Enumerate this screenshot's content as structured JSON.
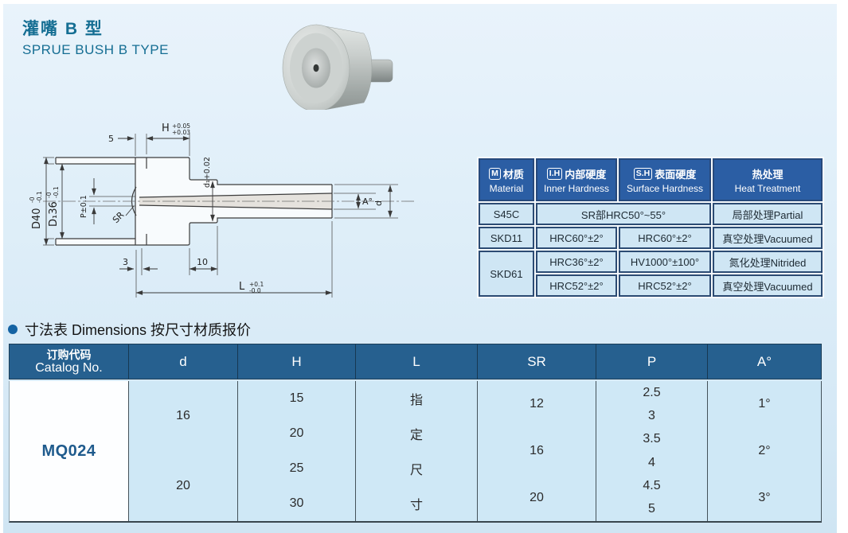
{
  "page": {
    "title_zh": "灌嘴 B 型",
    "title_en": "SPRUE BUSH B TYPE",
    "section_heading": "寸法表 Dimensions 按尺寸材质报价",
    "accent_color": "#156e93",
    "material_header_color": "#2b5ea4",
    "dim_header_color": "#26608f",
    "background_color": "#ddeef9"
  },
  "drawing": {
    "dim_5": "5",
    "dim_h": "H",
    "h_tol_top": "+0.05",
    "h_tol_bot": "+0.03",
    "dim_d40": "D40",
    "d40_tol_top": "-0",
    "d40_tol_bot": "-0.1",
    "dim_d136": "D₁36",
    "d136_tol_top": "-0",
    "d136_tol_bot": "-0.1",
    "dim_p": "P±0.1",
    "dim_sr": "SR",
    "dim_d1": "d₁+0.02",
    "dim_3": "3",
    "dim_10": "10",
    "dim_l": "L",
    "l_tol_top": "+0.1",
    "l_tol_bot": "-0.0",
    "dim_a": "A°",
    "dim_d": "d"
  },
  "material_table": {
    "header": {
      "col1_badge": "M",
      "col1_zh": "材质",
      "col1_en": "Material",
      "col2_badge": "I.H",
      "col2_zh": "内部硬度",
      "col2_en": "Inner Hardness",
      "col3_badge": "S.H",
      "col3_zh": "表面硬度",
      "col3_en": "Surface Hardness",
      "col4_zh": "热处理",
      "col4_en": "Heat Treatment"
    },
    "rows": [
      {
        "material": "S45C",
        "span": "SR部HRC50°~55°",
        "heat": "局部处理Partial"
      },
      {
        "material": "SKD11",
        "inner": "HRC60°±2°",
        "surface": "HRC60°±2°",
        "heat": "真空处理Vacuumed"
      },
      {
        "material": "SKD61",
        "inner": "HRC36°±2°",
        "surface": "HV1000°±100°",
        "heat": "氮化处理Nitrided"
      },
      {
        "inner": "HRC52°±2°",
        "surface": "HRC52°±2°",
        "heat": "真空处理Vacuumed"
      }
    ]
  },
  "dim_table": {
    "header": {
      "catalog_zh": "订购代码",
      "catalog_en": "Catalog No.",
      "d": "d",
      "h": "H",
      "l": "L",
      "sr": "SR",
      "p": "P",
      "a": "A°"
    },
    "catalog_no": "MQ024",
    "d_values": [
      "16",
      "20"
    ],
    "h_values": [
      "15",
      "20",
      "25",
      "30"
    ],
    "l_text": [
      "指",
      "定",
      "尺",
      "寸"
    ],
    "sr_values": [
      "12",
      "16",
      "20"
    ],
    "p_values": [
      "2.5",
      "3",
      "3.5",
      "4",
      "4.5",
      "5"
    ],
    "a_values": [
      "1°",
      "2°",
      "3°"
    ]
  }
}
